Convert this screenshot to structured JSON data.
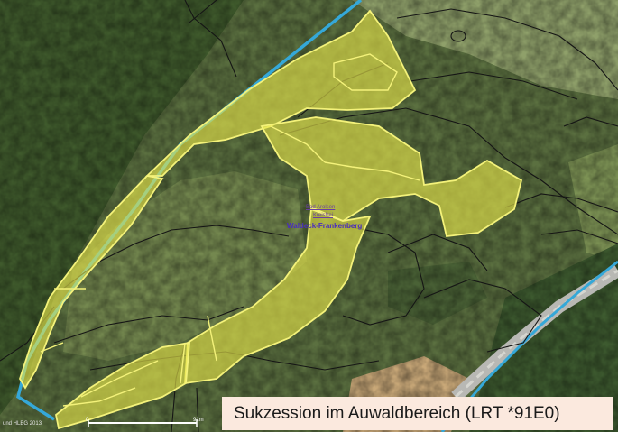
{
  "map": {
    "labels": {
      "municipality": "Bad Arolsen",
      "district": "Kreisfrei",
      "region": "Waldeck-Frankenberg",
      "copyright": "und HLBG 2013"
    },
    "scale_bar": {
      "start": "0",
      "end": "91m"
    },
    "caption": "Sukzession im Auwaldbereich (LRT *91E0)",
    "colors": {
      "habitat_fill": "#e8e64a",
      "habitat_outline": "#f4f27a",
      "river": "#35a8d8",
      "parcel_lines": "#1a1a1a",
      "caption_bg": "#fbe9de"
    }
  }
}
